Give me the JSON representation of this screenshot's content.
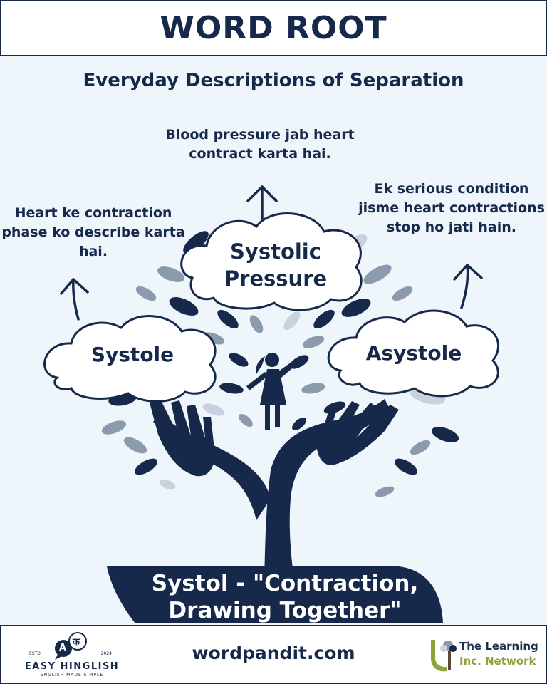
{
  "header": {
    "title": "WORD ROOT"
  },
  "subtitle": "Everyday Descriptions of Separation",
  "descriptions": {
    "center": "Blood pressure jab heart contract karta hai.",
    "left": "Heart ke contraction phase ko describe karta hai.",
    "right": "Ek serious condition jisme heart contractions stop ho jati hain."
  },
  "clouds": {
    "left": "Systole",
    "center": "Systolic Pressure",
    "right": "Asystole"
  },
  "root": "Systol - \"Contraction, Drawing Together\"",
  "footer": {
    "url": "wordpandit.com",
    "easy_hinglish": {
      "name": "EASY HINGLISH",
      "tagline": "ENGLISH MADE SIMPLE",
      "estd": "ESTD",
      "year": "2024",
      "letter_a": "A",
      "letter_ka": "क"
    },
    "learning_network": {
      "line1": "The Learning",
      "line2": "Inc. Network"
    }
  },
  "colors": {
    "navy": "#17294a",
    "background": "#eef5fb",
    "leaf_mid": "#8c9aae",
    "leaf_light": "#c8d1dd",
    "accent_green": "#8aa33a"
  }
}
